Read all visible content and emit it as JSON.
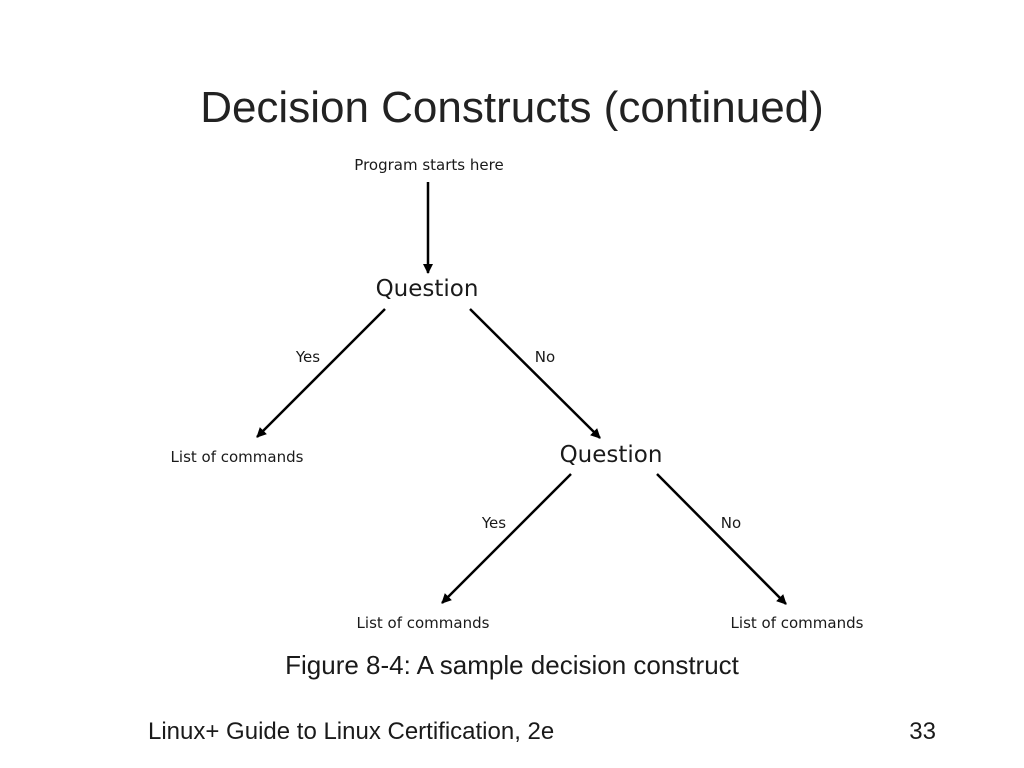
{
  "slide": {
    "title": "Decision Constructs (continued)",
    "caption": "Figure 8-4: A sample decision construct",
    "footer_text": "Linux+ Guide to Linux Certification, 2e",
    "page_number": "33"
  },
  "diagram": {
    "nodes": {
      "start": "Program starts here",
      "question1": "Question",
      "commands_yes1": "List of commands",
      "question2": "Question",
      "commands_yes2": "List of commands",
      "commands_no2": "List of commands"
    },
    "edges": {
      "q1_yes": "Yes",
      "q1_no": "No",
      "q2_yes": "Yes",
      "q2_no": "No"
    }
  },
  "colors": {
    "text": "#1a1a1a",
    "arrow": "#000000",
    "background": "#ffffff"
  }
}
